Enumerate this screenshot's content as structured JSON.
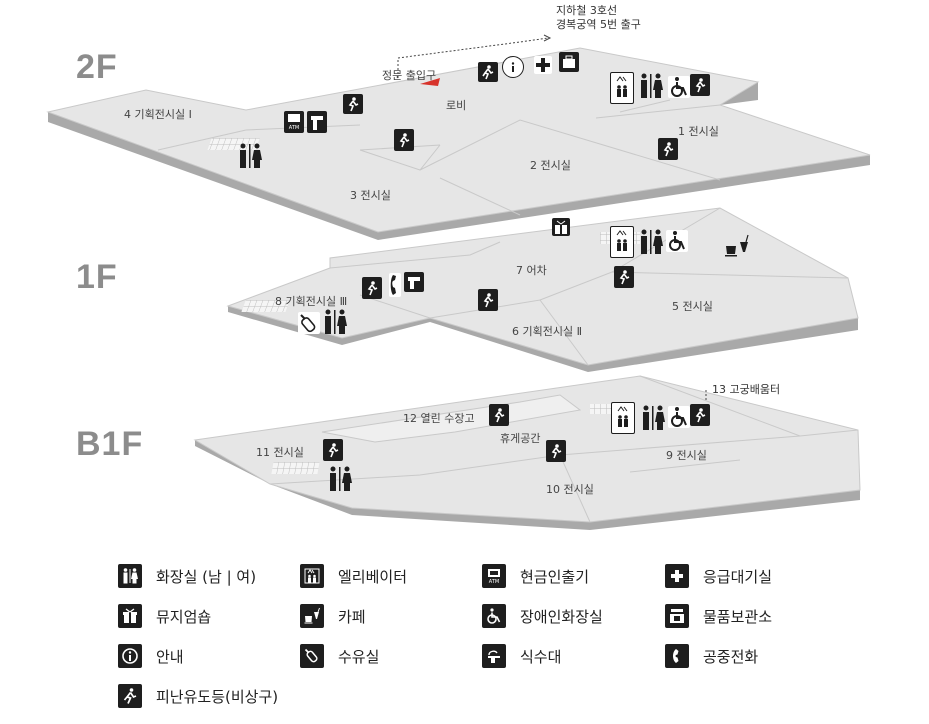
{
  "floors": {
    "f2": {
      "label": "2F",
      "rooms": [
        "4 기획전시실 Ⅰ",
        "1 전시실",
        "2 전시실",
        "3 전시실"
      ],
      "lobby": "로비",
      "entrance": "정문 출입구",
      "subway_note": [
        "지하철 3호선",
        "경복궁역 5번 출구"
      ]
    },
    "f1": {
      "label": "1F",
      "rooms": [
        "7 어차",
        "8 기획전시실 Ⅲ",
        "5 전시실",
        "6 기획전시실 Ⅱ"
      ]
    },
    "b1f": {
      "label": "B1F",
      "rooms": [
        "12  열린 수장고",
        "휴게공간",
        "11 전시실",
        "9 전시실",
        "10 전시실"
      ],
      "note": "13 고궁배움터"
    }
  },
  "legend": [
    {
      "icon": "restroom-icon",
      "label": "화장실 (남 | 여)"
    },
    {
      "icon": "elevator-icon",
      "label": "엘리베이터"
    },
    {
      "icon": "atm-icon",
      "label": "현금인출기"
    },
    {
      "icon": "first-aid-icon",
      "label": "응급대기실"
    },
    {
      "icon": "gift-icon",
      "label": "뮤지엄숍"
    },
    {
      "icon": "cafe-icon",
      "label": "카페"
    },
    {
      "icon": "accessible-restroom-icon",
      "label": "장애인화장실"
    },
    {
      "icon": "locker-icon",
      "label": "물품보관소"
    },
    {
      "icon": "info-icon",
      "label": "안내"
    },
    {
      "icon": "nursing-room-icon",
      "label": "수유실"
    },
    {
      "icon": "water-fountain-icon",
      "label": "식수대"
    },
    {
      "icon": "phone-icon",
      "label": "공중전화"
    },
    {
      "icon": "emergency-exit-icon",
      "label": "피난유도등(비상구)"
    }
  ],
  "colors": {
    "floor_top": "#e6e6e6",
    "floor_side": "#a9a9a9",
    "outline": "#c9c9c9",
    "floor_label": "#8c8c8c",
    "icon_bg": "#1e1e1e",
    "entrance_marker": "#d7332b"
  }
}
